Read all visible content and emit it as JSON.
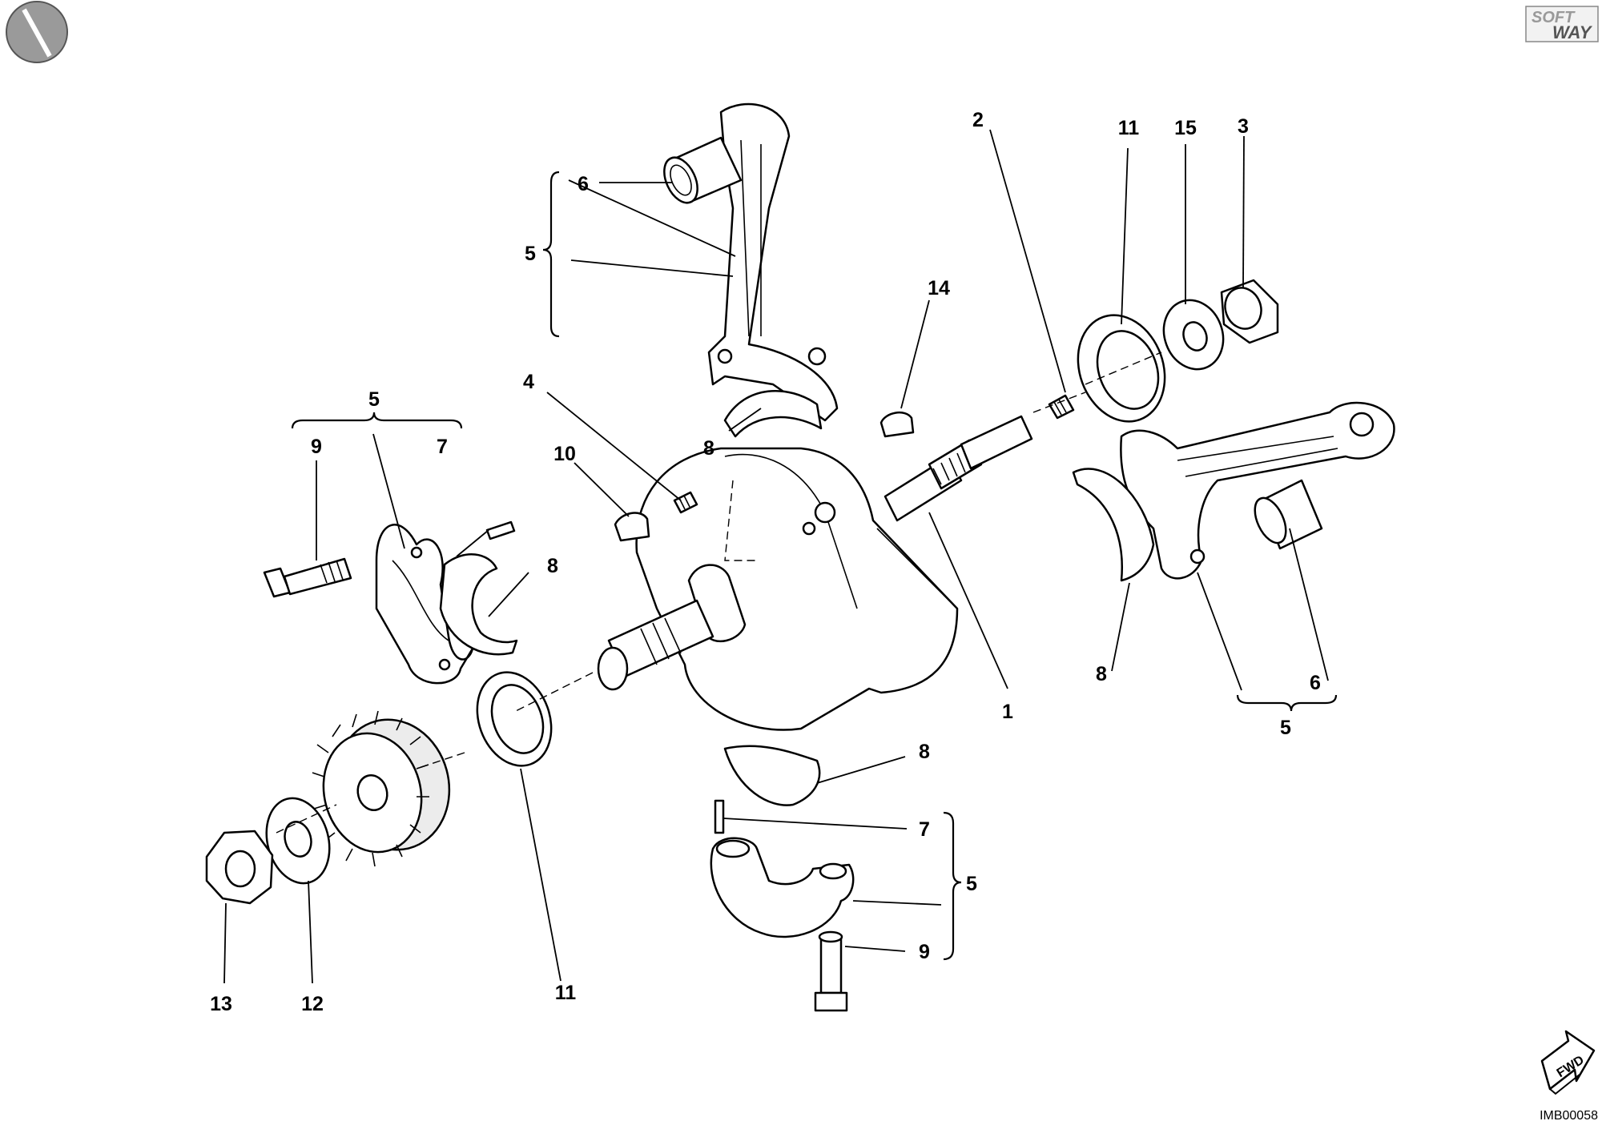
{
  "diagram": {
    "reference_code": "IMB00058",
    "brand_logo": {
      "icon": "softway-logo",
      "line1": "SOFT",
      "line2": "WAY"
    },
    "direction_badge": {
      "icon": "fwd-arrow-icon",
      "label": "FWD"
    },
    "corner_mark": {
      "icon": "disc-logo-icon"
    },
    "callouts": [
      {
        "id": "c1",
        "label": "1"
      },
      {
        "id": "c2",
        "label": "2"
      },
      {
        "id": "c3",
        "label": "3"
      },
      {
        "id": "c4",
        "label": "4"
      },
      {
        "id": "c5a",
        "label": "5"
      },
      {
        "id": "c5b",
        "label": "5"
      },
      {
        "id": "c5c",
        "label": "5"
      },
      {
        "id": "c5d",
        "label": "5"
      },
      {
        "id": "c6a",
        "label": "6"
      },
      {
        "id": "c6b",
        "label": "6"
      },
      {
        "id": "c7a",
        "label": "7"
      },
      {
        "id": "c7b",
        "label": "7"
      },
      {
        "id": "c8a",
        "label": "8"
      },
      {
        "id": "c8b",
        "label": "8"
      },
      {
        "id": "c8c",
        "label": "8"
      },
      {
        "id": "c8d",
        "label": "8"
      },
      {
        "id": "c9a",
        "label": "9"
      },
      {
        "id": "c9b",
        "label": "9"
      },
      {
        "id": "c10",
        "label": "10"
      },
      {
        "id": "c11a",
        "label": "11"
      },
      {
        "id": "c11b",
        "label": "11"
      },
      {
        "id": "c12",
        "label": "12"
      },
      {
        "id": "c13",
        "label": "13"
      },
      {
        "id": "c14",
        "label": "14"
      },
      {
        "id": "c15",
        "label": "15"
      }
    ]
  }
}
